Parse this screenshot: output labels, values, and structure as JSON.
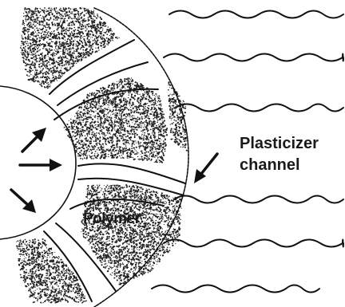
{
  "labels": {
    "polymer": "Polymer",
    "plasticizer_line1": "Plasticizer",
    "plasticizer_line2": "channel"
  },
  "colors": {
    "ink": "#111111",
    "background": "#ffffff"
  },
  "icons": [
    "arrow-icon"
  ]
}
